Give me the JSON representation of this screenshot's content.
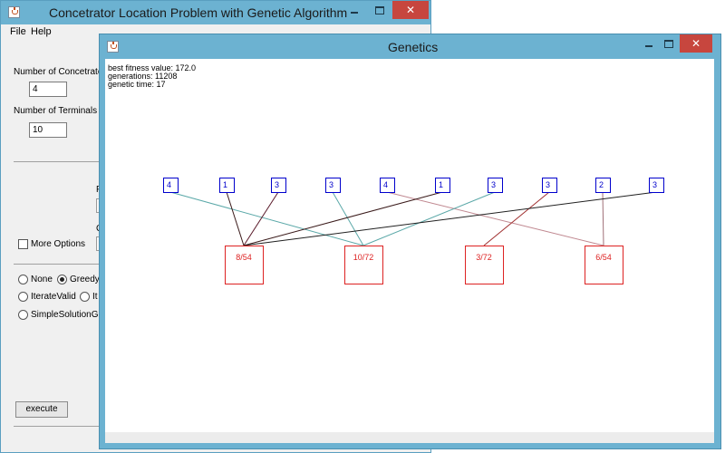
{
  "main_window": {
    "title": "Concetrator Location Problem with Genetic Algorithm",
    "menu": [
      "File",
      "Help"
    ],
    "num_concentrators_label": "Number of Concetrators",
    "num_concentrators_value": "4",
    "num_terminals_label": "Number of Terminals",
    "num_terminals_value": "10",
    "more_options_label": "More Options",
    "radio_options": [
      {
        "label": "None",
        "selected": false
      },
      {
        "label": "Greedy",
        "selected": true
      },
      {
        "label": "IterateValid",
        "selected": false
      },
      {
        "label": "It",
        "selected": false
      },
      {
        "label": "SimpleSolutionGene",
        "selected": false
      }
    ],
    "partial_letters": [
      "P",
      "C"
    ],
    "execute_label": "execute"
  },
  "genetics_window": {
    "title": "Genetics",
    "stats": {
      "best_fitness": "best fitness value: 172.0",
      "generations": "generations: 11208",
      "genetic_time": "genetic time: 17"
    }
  },
  "network": {
    "terminals": [
      "4",
      "1",
      "3",
      "3",
      "4",
      "1",
      "3",
      "3",
      "2",
      "3"
    ],
    "concentrators": [
      "8/54",
      "10/72",
      "3/72",
      "6/54"
    ],
    "links": [
      {
        "terminal": 0,
        "concentrator": 1,
        "color": "#5aa8a8"
      },
      {
        "terminal": 1,
        "concentrator": 0,
        "color": "#3a1a1a"
      },
      {
        "terminal": 2,
        "concentrator": 0,
        "color": "#5a1a2a"
      },
      {
        "terminal": 3,
        "concentrator": 1,
        "color": "#5aa8a8"
      },
      {
        "terminal": 4,
        "concentrator": 3,
        "color": "#c08890"
      },
      {
        "terminal": 5,
        "concentrator": 0,
        "color": "#3a1a1a"
      },
      {
        "terminal": 6,
        "concentrator": 1,
        "color": "#5aa8a8"
      },
      {
        "terminal": 7,
        "concentrator": 2,
        "color": "#a03030"
      },
      {
        "terminal": 8,
        "concentrator": 3,
        "color": "#a07078"
      },
      {
        "terminal": 9,
        "concentrator": 0,
        "color": "#202020"
      }
    ]
  },
  "colors": {
    "titlebar": "#6cb2d1",
    "terminal": "#0000cc",
    "concentrator": "#dd2222",
    "close_button": "#c7463e"
  },
  "icons": [
    "java-app-icon",
    "minimize-icon",
    "maximize-icon",
    "close-icon"
  ]
}
